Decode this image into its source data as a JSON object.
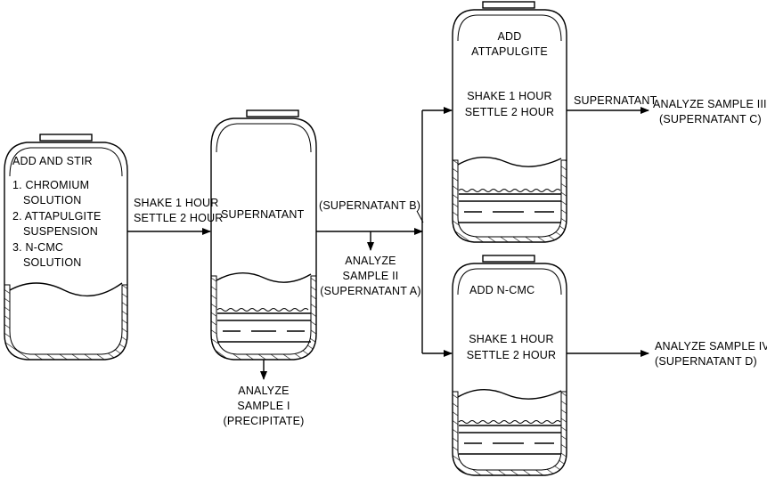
{
  "vessel1": {
    "lines": [
      "ADD AND STIR",
      "1. CHROMIUM",
      "SOLUTION",
      "2. ATTAPULGITE",
      "SUSPENSION",
      "3. N-CMC",
      "SOLUTION"
    ]
  },
  "arrow1": {
    "lines": [
      "SHAKE 1 HOUR",
      "SETTLE 2 HOUR"
    ]
  },
  "vessel2": {
    "lines": [
      "SUPERNATANT"
    ]
  },
  "sample1": {
    "lines": [
      "ANALYZE",
      "SAMPLE I",
      "(PRECIPITATE)"
    ]
  },
  "supernatant_b": {
    "label": "(SUPERNATANT B)"
  },
  "sample2": {
    "lines": [
      "ANALYZE",
      "SAMPLE II",
      "(SUPERNATANT A)"
    ]
  },
  "vessel3": {
    "lines": [
      "ADD",
      "ATTAPULGITE",
      "SHAKE 1 HOUR",
      "SETTLE 2 HOUR"
    ]
  },
  "arrow3": {
    "label": "SUPERNATANT"
  },
  "sample3": {
    "lines": [
      "ANALYZE SAMPLE III",
      "(SUPERNATANT C)"
    ]
  },
  "vessel4": {
    "lines": [
      "ADD N-CMC",
      "SHAKE 1 HOUR",
      "SETTLE 2 HOUR"
    ]
  },
  "sample4": {
    "lines": [
      "ANALYZE SAMPLE IV",
      "(SUPERNATANT D)"
    ]
  }
}
